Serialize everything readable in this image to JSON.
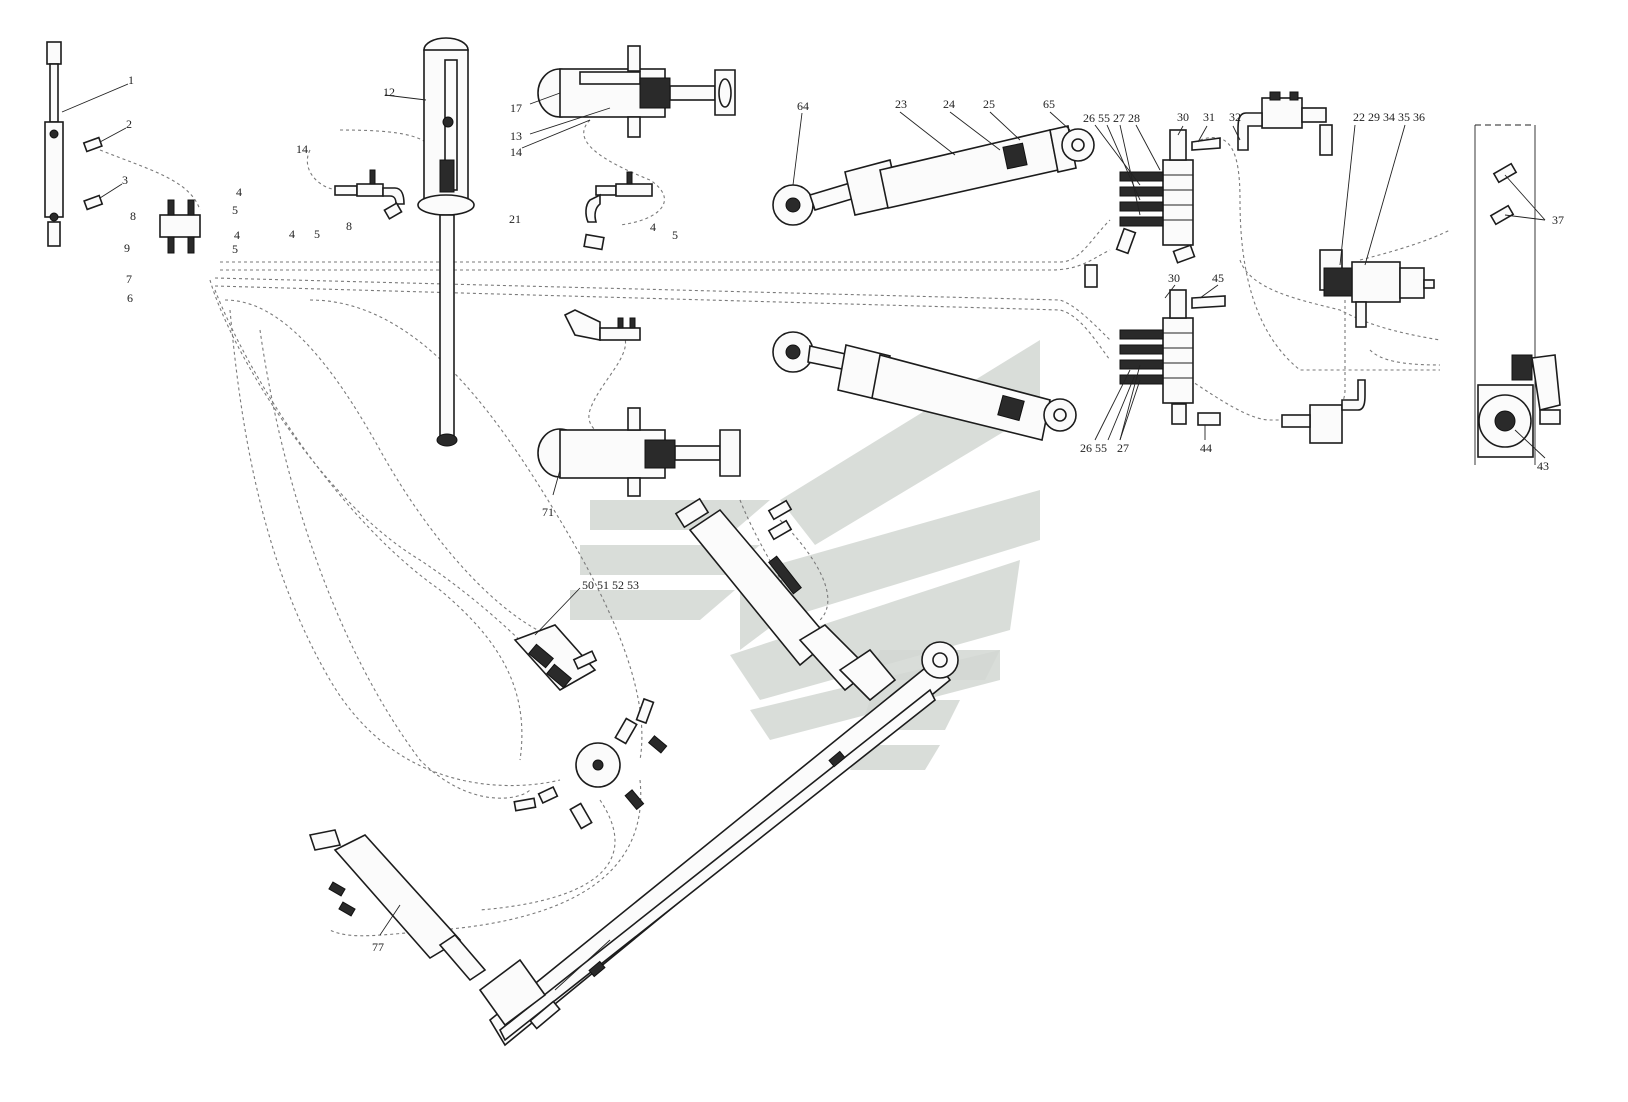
{
  "diagram": {
    "type": "hydraulic exploded-view drawing",
    "line_color": "#1c1c1c",
    "pipe_color": "#7a7a7a",
    "watermark_color": "#d2d7d2"
  },
  "labels": {
    "l1": "1",
    "l2": "2",
    "l3": "3",
    "l4a": "4",
    "l5a": "5",
    "l8a": "8",
    "l9a": "9",
    "l4b": "4",
    "l5b": "5",
    "l7": "7",
    "l6": "6",
    "l12": "12",
    "l14a": "14",
    "l4c": "4",
    "l5c": "5",
    "l8c": "8",
    "l17": "17",
    "l13": "13",
    "l14b": "14",
    "l21": "21",
    "l4d": "4",
    "l5d": "5",
    "l71": "71",
    "l64": "64",
    "l23": "23",
    "l24": "24",
    "l25": "25",
    "l65": "65",
    "l_top_group": "26 55 27 28",
    "l30a": "30",
    "l31": "31",
    "l32": "32",
    "l_pump_group": "22 29 34 35 36",
    "l37": "37",
    "l30b": "30",
    "l45": "45",
    "l_bot_group": "26 55",
    "l27b": "27",
    "l44": "44",
    "l43": "43",
    "l_block_group": "50 51 52 53",
    "l77": "77"
  }
}
